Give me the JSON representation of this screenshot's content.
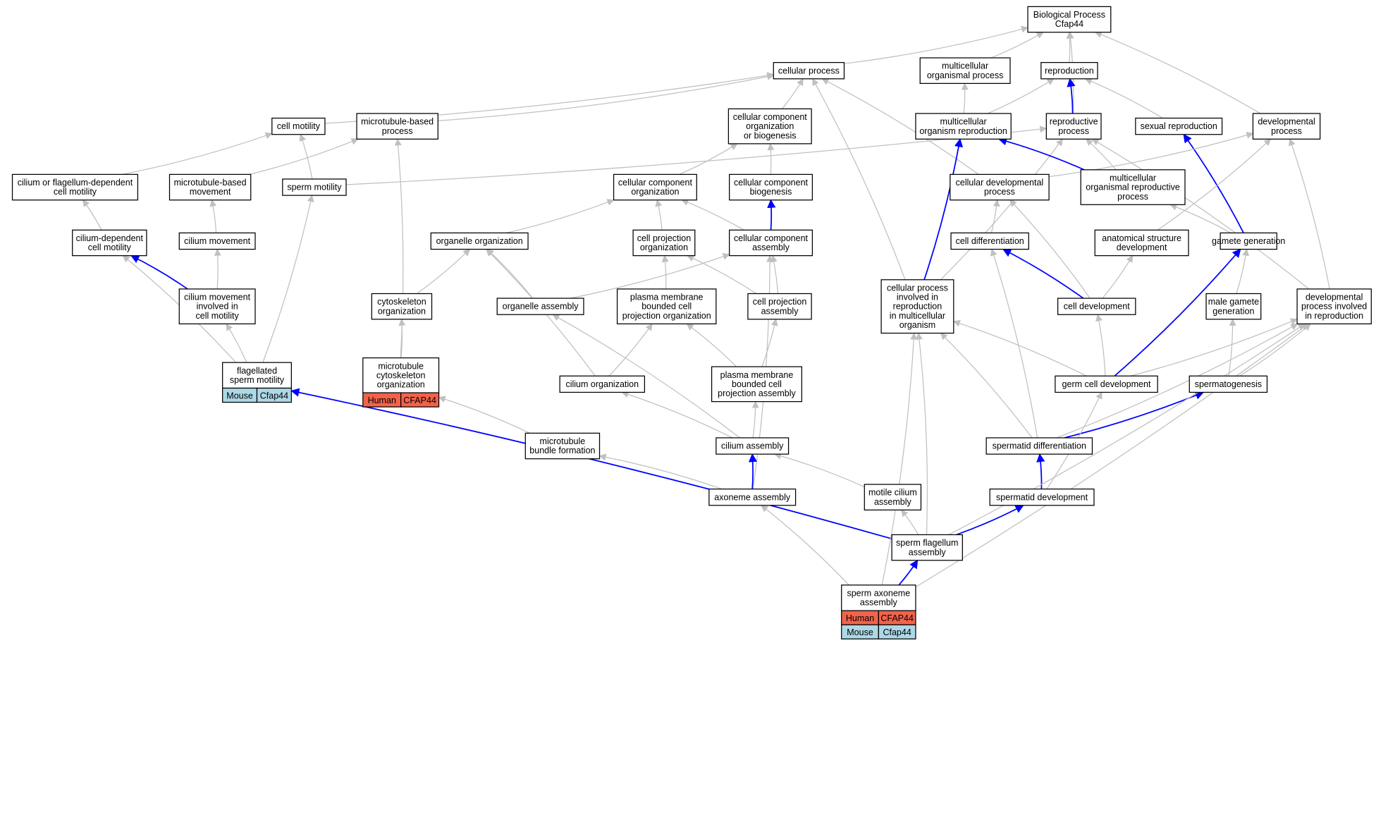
{
  "colors": {
    "edge": "#c0c0c0",
    "edge_highlight": "#0000ff",
    "human": "#f2634a",
    "mouse": "#add8e6"
  },
  "nodes": [
    {
      "id": "bp",
      "label": [
        "Biological Process",
        "Cfap44"
      ]
    },
    {
      "id": "cp",
      "label": [
        "cellular process"
      ]
    },
    {
      "id": "mop",
      "label": [
        "multicellular",
        "organismal process"
      ]
    },
    {
      "id": "repro",
      "label": [
        "reproduction"
      ]
    },
    {
      "id": "cmot",
      "label": [
        "cell motility"
      ]
    },
    {
      "id": "mtbp",
      "label": [
        "microtubule-based",
        "process"
      ]
    },
    {
      "id": "ccob",
      "label": [
        "cellular component",
        "organization",
        "or biogenesis"
      ]
    },
    {
      "id": "morep",
      "label": [
        "multicellular",
        "organism reproduction"
      ]
    },
    {
      "id": "rproc",
      "label": [
        "reproductive",
        "process"
      ]
    },
    {
      "id": "sexr",
      "label": [
        "sexual reproduction"
      ]
    },
    {
      "id": "devp",
      "label": [
        "developmental",
        "process"
      ]
    },
    {
      "id": "cfdcm",
      "label": [
        "cilium or flagellum-dependent",
        "cell motility"
      ]
    },
    {
      "id": "mtbm",
      "label": [
        "microtubule-based",
        "movement"
      ]
    },
    {
      "id": "spmot",
      "label": [
        "sperm motility"
      ]
    },
    {
      "id": "cco",
      "label": [
        "cellular component",
        "organization"
      ]
    },
    {
      "id": "ccb",
      "label": [
        "cellular component",
        "biogenesis"
      ]
    },
    {
      "id": "cdp",
      "label": [
        "cellular developmental",
        "process"
      ]
    },
    {
      "id": "morp",
      "label": [
        "multicellular",
        "organismal reproductive",
        "process"
      ]
    },
    {
      "id": "cdcm",
      "label": [
        "cilium-dependent",
        "cell motility"
      ]
    },
    {
      "id": "cmov",
      "label": [
        "cilium movement"
      ]
    },
    {
      "id": "oorg",
      "label": [
        "organelle organization"
      ]
    },
    {
      "id": "cpo",
      "label": [
        "cell projection",
        "organization"
      ]
    },
    {
      "id": "cca",
      "label": [
        "cellular component",
        "assembly"
      ]
    },
    {
      "id": "cdiff",
      "label": [
        "cell differentiation"
      ]
    },
    {
      "id": "asd",
      "label": [
        "anatomical structure",
        "development"
      ]
    },
    {
      "id": "gg",
      "label": [
        "gamete generation"
      ]
    },
    {
      "id": "cmicm",
      "label": [
        "cilium movement",
        "involved in",
        "cell motility"
      ]
    },
    {
      "id": "csko",
      "label": [
        "cytoskeleton",
        "organization"
      ]
    },
    {
      "id": "oasm",
      "label": [
        "organelle assembly"
      ]
    },
    {
      "id": "pmbcpo",
      "label": [
        "plasma membrane",
        "bounded cell",
        "projection organization"
      ]
    },
    {
      "id": "cpa",
      "label": [
        "cell projection",
        "assembly"
      ]
    },
    {
      "id": "cpirmo",
      "label": [
        "cellular process",
        "involved in",
        "reproduction",
        "in multicellular",
        "organism"
      ]
    },
    {
      "id": "cdev",
      "label": [
        "cell development"
      ]
    },
    {
      "id": "mgg",
      "label": [
        "male gamete",
        "generation"
      ]
    },
    {
      "id": "dpir",
      "label": [
        "developmental",
        "process involved",
        "in reproduction"
      ]
    },
    {
      "id": "fsm",
      "label": [
        "flagellated",
        "sperm motility"
      ],
      "genes": [
        {
          "species": "Mouse",
          "gene": "Cfap44"
        }
      ]
    },
    {
      "id": "mtco",
      "label": [
        "microtubule",
        "cytoskeleton",
        "organization"
      ],
      "genes": [
        {
          "species": "Human",
          "gene": "CFAP44"
        }
      ]
    },
    {
      "id": "corg",
      "label": [
        "cilium organization"
      ]
    },
    {
      "id": "pmbcpa",
      "label": [
        "plasma membrane",
        "bounded cell",
        "projection assembly"
      ]
    },
    {
      "id": "gcd",
      "label": [
        "germ cell development"
      ]
    },
    {
      "id": "spg",
      "label": [
        "spermatogenesis"
      ]
    },
    {
      "id": "mbf",
      "label": [
        "microtubule",
        "bundle formation"
      ]
    },
    {
      "id": "casm",
      "label": [
        "cilium assembly"
      ]
    },
    {
      "id": "sdiff",
      "label": [
        "spermatid differentiation"
      ]
    },
    {
      "id": "axa",
      "label": [
        "axoneme assembly"
      ]
    },
    {
      "id": "mca",
      "label": [
        "motile cilium",
        "assembly"
      ]
    },
    {
      "id": "sdev",
      "label": [
        "spermatid development"
      ]
    },
    {
      "id": "sfa",
      "label": [
        "sperm flagellum",
        "assembly"
      ]
    },
    {
      "id": "saa",
      "label": [
        "sperm axoneme",
        "assembly"
      ],
      "genes": [
        {
          "species": "Human",
          "gene": "CFAP44"
        },
        {
          "species": "Mouse",
          "gene": "Cfap44"
        }
      ]
    }
  ],
  "edges": [
    [
      "cp",
      "bp"
    ],
    [
      "mop",
      "bp"
    ],
    [
      "repro",
      "bp"
    ],
    [
      "rproc",
      "bp"
    ],
    [
      "devp",
      "bp"
    ],
    [
      "mtbp",
      "cp"
    ],
    [
      "cmot",
      "cp"
    ],
    [
      "ccob",
      "cp"
    ],
    [
      "cpirmo",
      "cp"
    ],
    [
      "cdp",
      "cp"
    ],
    [
      "morep",
      "mop"
    ],
    [
      "morep",
      "repro"
    ],
    [
      "rproc",
      "repro",
      true
    ],
    [
      "sexr",
      "repro"
    ],
    [
      "cfdcm",
      "cmot"
    ],
    [
      "spmot",
      "cmot"
    ],
    [
      "mtbm",
      "mtbp"
    ],
    [
      "mtco",
      "mtbp"
    ],
    [
      "cco",
      "ccob"
    ],
    [
      "ccb",
      "ccob"
    ],
    [
      "cdcm",
      "cfdcm"
    ],
    [
      "cmicm",
      "cdcm",
      true
    ],
    [
      "cmicm",
      "cmov"
    ],
    [
      "cmov",
      "mtbm"
    ],
    [
      "fsm",
      "cmicm"
    ],
    [
      "fsm",
      "spmot"
    ],
    [
      "fsm",
      "cdcm"
    ],
    [
      "oorg",
      "cco"
    ],
    [
      "cpo",
      "cco"
    ],
    [
      "cca",
      "cco"
    ],
    [
      "cca",
      "ccb",
      true
    ],
    [
      "csko",
      "oorg"
    ],
    [
      "oasm",
      "oorg"
    ],
    [
      "corg",
      "oorg"
    ],
    [
      "mtco",
      "csko"
    ],
    [
      "pmbcpo",
      "cpo"
    ],
    [
      "cpa",
      "cpo"
    ],
    [
      "pmbcpa",
      "pmbcpo"
    ],
    [
      "pmbcpa",
      "cpa"
    ],
    [
      "corg",
      "pmbcpo"
    ],
    [
      "cpa",
      "cca"
    ],
    [
      "oasm",
      "cca"
    ],
    [
      "axa",
      "cca"
    ],
    [
      "casm",
      "oasm"
    ],
    [
      "casm",
      "corg"
    ],
    [
      "casm",
      "pmbcpa"
    ],
    [
      "mbf",
      "mtco"
    ],
    [
      "axa",
      "mbf"
    ],
    [
      "axa",
      "casm",
      true
    ],
    [
      "mca",
      "casm"
    ],
    [
      "cpirmo",
      "morep",
      true
    ],
    [
      "cpirmo",
      "rproc"
    ],
    [
      "morp",
      "morep",
      true
    ],
    [
      "morp",
      "rproc"
    ],
    [
      "gg",
      "sexr",
      true
    ],
    [
      "gg",
      "morp"
    ],
    [
      "spmot",
      "rproc"
    ],
    [
      "cdp",
      "devp"
    ],
    [
      "cdiff",
      "cdp"
    ],
    [
      "cdev",
      "cdp"
    ],
    [
      "cdev",
      "cdiff",
      true
    ],
    [
      "cdev",
      "asd"
    ],
    [
      "asd",
      "devp"
    ],
    [
      "gcd",
      "cdev"
    ],
    [
      "gcd",
      "gg",
      true
    ],
    [
      "gcd",
      "cpirmo"
    ],
    [
      "gcd",
      "dpir"
    ],
    [
      "mgg",
      "gg"
    ],
    [
      "spg",
      "mgg"
    ],
    [
      "spg",
      "dpir"
    ],
    [
      "sdiff",
      "spg",
      true
    ],
    [
      "sdiff",
      "cdiff"
    ],
    [
      "sdiff",
      "cpirmo"
    ],
    [
      "sdiff",
      "dpir"
    ],
    [
      "sdev",
      "gcd"
    ],
    [
      "sdev",
      "sdiff",
      true
    ],
    [
      "sfa",
      "sdev",
      true
    ],
    [
      "sfa",
      "mca"
    ],
    [
      "sfa",
      "cpirmo"
    ],
    [
      "sfa",
      "dpir"
    ],
    [
      "sfa",
      "fsm",
      true
    ],
    [
      "dpir",
      "devp"
    ],
    [
      "dpir",
      "rproc"
    ],
    [
      "saa",
      "sfa",
      true
    ],
    [
      "saa",
      "axa"
    ],
    [
      "saa",
      "cpirmo"
    ],
    [
      "saa",
      "dpir"
    ]
  ]
}
